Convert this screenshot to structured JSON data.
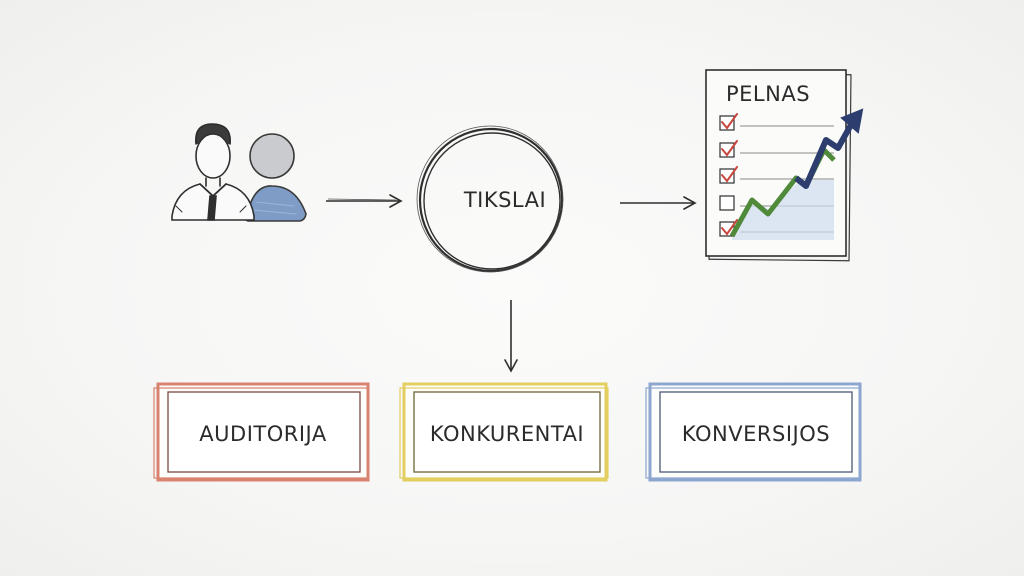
{
  "center": {
    "label": "TIKSLAI"
  },
  "report": {
    "title": "PELNAS"
  },
  "boxes": [
    {
      "label": "AUDITORIJA",
      "color": "#d9826f"
    },
    {
      "label": "KONKURENTAI",
      "color": "#e2cf5f"
    },
    {
      "label": "KONVERSIJOS",
      "color": "#8ca6cf"
    }
  ],
  "colors": {
    "ink": "#2f2f2f",
    "check_red": "#c9453b",
    "trend_green": "#4f8a3a",
    "trend_navy": "#2c3d6e",
    "person_blue": "#7f9cc6"
  },
  "icons": [
    "people-icon",
    "report-chart-icon",
    "arrow-right-icon",
    "arrow-down-icon"
  ]
}
